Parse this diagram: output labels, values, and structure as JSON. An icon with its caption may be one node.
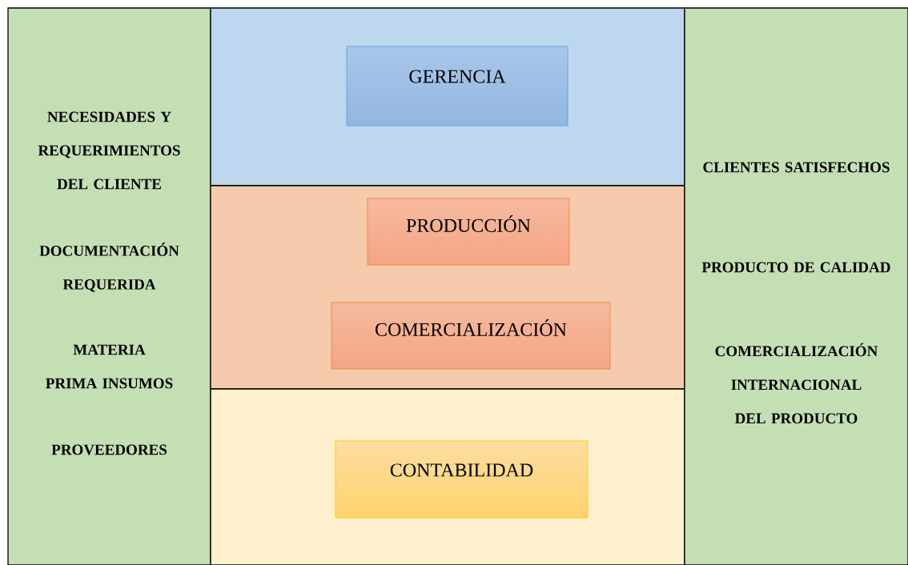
{
  "diagram": {
    "nodes": [
      {
        "text": [
          "NECESIDADES Y REQUERIMIENTOS DEL CLIENTE",
          "DOCUMENTACIÓN REQUERIDA",
          "MATERIA PRIMA INSUMOS",
          "PROVEEDORES"
        ]
      },
      {
        "text": [],
        "shape": "box"
      },
      {
        "text": [
          "GERENCIA"
        ],
        "in": 1
      },
      {
        "text": [],
        "shape": "box"
      },
      {
        "text": [
          "PRODUCCIÓN"
        ],
        "in": 3
      },
      {
        "text": [
          "COMERCIALIZACIÓN"
        ],
        "in": 3
      },
      {
        "text": [],
        "shape": "box"
      },
      {
        "text": [
          "CONTABILIDAD"
        ],
        "in": 6
      },
      {
        "text": [
          "CLIENTES SATISFECHOS",
          "PRODUCTO DE CALIDAD",
          "COMERCIALIZACIÓN INTERNACIONAL DEL PRODUCTO"
        ]
      }
    ]
  }
}
